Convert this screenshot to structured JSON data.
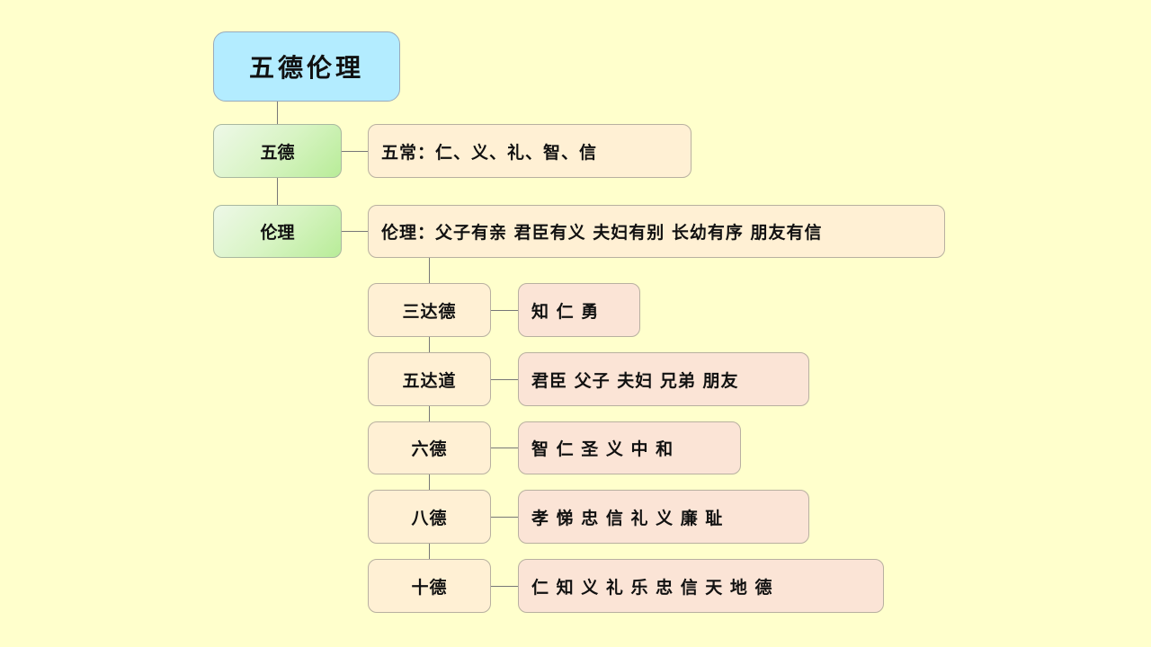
{
  "title": "五德伦理",
  "branches": [
    {
      "label": "五德",
      "detail": "五常：仁、义、礼、智、信"
    },
    {
      "label": "伦理",
      "detail": "伦理：父子有亲 君臣有义 夫妇有别 长幼有序 朋友有信"
    }
  ],
  "virtues": [
    {
      "label": "三达德",
      "detail": "知 仁 勇"
    },
    {
      "label": "五达道",
      "detail": "君臣 父子 夫妇 兄弟 朋友"
    },
    {
      "label": "六德",
      "detail": "智 仁 圣 义 中 和"
    },
    {
      "label": "八德",
      "detail": "孝 悌 忠 信 礼 义 廉 耻"
    },
    {
      "label": "十德",
      "detail": "仁 知 义 礼 乐 忠 信 天 地 德"
    }
  ]
}
